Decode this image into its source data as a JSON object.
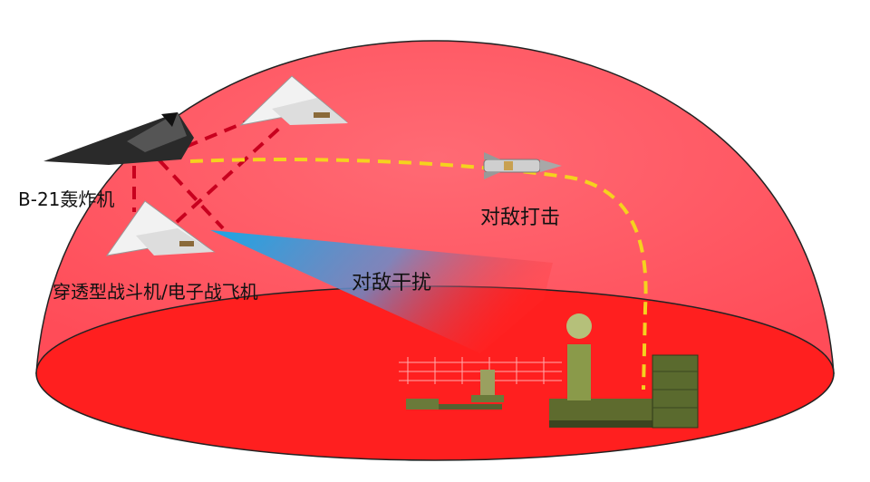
{
  "labels": {
    "bomber": "B-21轰炸机",
    "fighter": "穿透型战斗机/电子战飞机",
    "strike": "对敌打击",
    "jamming": "对敌干扰"
  },
  "colors": {
    "dome": "#ff5a66",
    "ground": "#ff1a1a",
    "strike_path": "#f5d21e",
    "link_path": "#c8001e",
    "jamming_beam": "#1aa6e6"
  },
  "icons": [
    "stealth-bomber-icon",
    "fighter-jet-icon",
    "missile-icon",
    "radar-launcher-icon",
    "air-defense-launcher-icon",
    "radar-grid-icon"
  ]
}
